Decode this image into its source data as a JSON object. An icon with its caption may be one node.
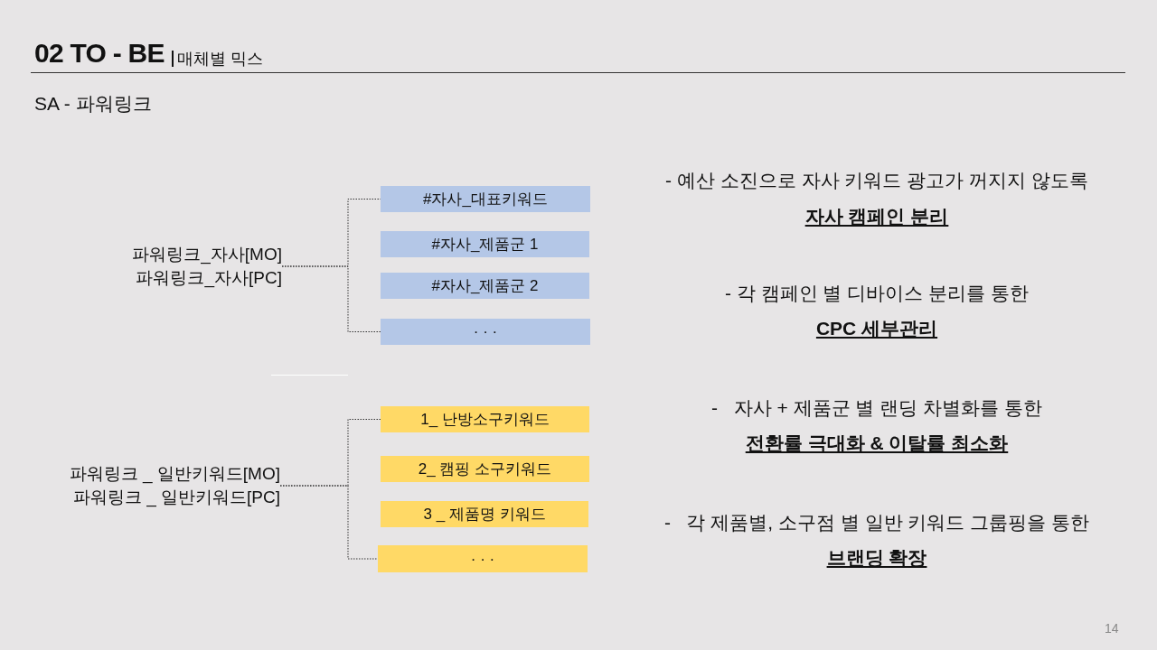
{
  "diagram": {
    "title": "02 TO - BE",
    "nodes": [
      {
        "text": [
          "파워링크_자사[MO]",
          "파워링크_자사[PC]"
        ]
      },
      {
        "text": [
          "#자사_대표키워드"
        ]
      },
      {
        "text": [
          "#자사_제품군 1"
        ]
      },
      {
        "text": [
          "#자사_제품군 2"
        ]
      },
      {
        "text": [
          "· · ·"
        ]
      },
      {
        "text": [
          "파워링크 _ 일반키워드[MO]",
          "파워링크 _ 일반키워드[PC]"
        ]
      },
      {
        "text": [
          "1_ 난방소구키워드"
        ]
      },
      {
        "text": [
          "2_ 캠핑 소구키워드"
        ]
      },
      {
        "text": [
          "3 _ 제품명 키워드"
        ]
      },
      {
        "text": [
          "· · ·"
        ]
      }
    ],
    "edges": [
      {
        "from": 0,
        "to": 1,
        "arrow": "none",
        "style": "dashed"
      },
      {
        "from": 0,
        "to": 4,
        "arrow": "none",
        "style": "dashed"
      },
      {
        "from": 5,
        "to": 6,
        "arrow": "none",
        "style": "dashed"
      },
      {
        "from": 5,
        "to": 9,
        "arrow": "none",
        "style": "dashed"
      }
    ],
    "labels": [
      "매체별 믹스",
      "SA - 파워링크",
      "- 예산 소진으로 자사 키워드 광고가 꺼지지 않도록",
      "자사 캠페인 분리",
      "- 각 캠페인 별 디바이스 분리를 통한",
      "CPC 세부관리",
      "-   자사 + 제품군 별 랜딩 차별화를 통한",
      "전환률 극대화 & 이탈률 최소화",
      "-   각 제품별, 소구점 별 일반 키워드 그룹핑을 통한",
      "브랜딩 확장",
      "14"
    ]
  }
}
